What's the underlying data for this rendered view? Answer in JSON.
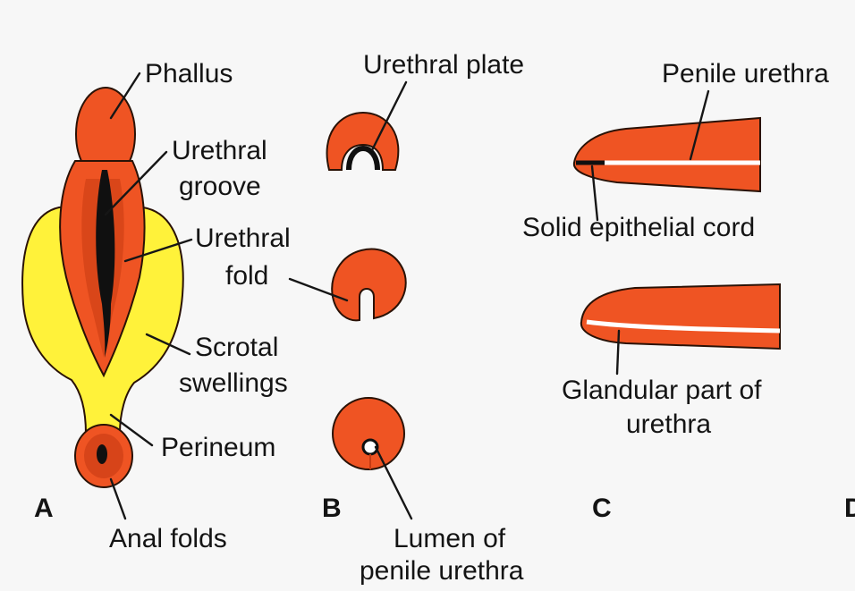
{
  "colors": {
    "tissue": "#ef5423",
    "tissue_dark": "#c63b13",
    "scrotal": "#fff23a",
    "groove": "#101010",
    "background": "#f7f7f7",
    "text": "#141414"
  },
  "panels": {
    "a": "A",
    "b": "B",
    "c": "C",
    "d": "D"
  },
  "labels": {
    "phallus": "Phallus",
    "urethral_groove_1": "Urethral",
    "urethral_groove_2": "groove",
    "urethral_fold_1": "Urethral",
    "urethral_fold_2": "fold",
    "scrotal_1": "Scrotal",
    "scrotal_2": "swellings",
    "perineum": "Perineum",
    "anal_folds": "Anal folds",
    "urethral_plate": "Urethral plate",
    "lumen_1": "Lumen of",
    "lumen_2": "penile urethra",
    "penile_urethra": "Penile urethra",
    "solid_cord": "Solid epithelial cord",
    "glandular_1": "Glandular part of",
    "glandular_2": "urethra"
  }
}
